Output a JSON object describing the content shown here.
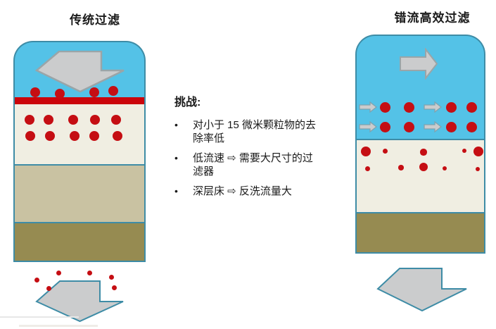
{
  "left_panel": {
    "title": "传统过滤",
    "band_dots": [
      [
        50,
        131,
        7
      ],
      [
        85,
        133,
        7
      ],
      [
        134,
        131,
        7
      ],
      [
        161,
        129,
        7
      ]
    ],
    "bed_dots": [
      [
        42,
        170,
        7
      ],
      [
        69,
        170,
        7
      ],
      [
        104,
        170,
        7
      ],
      [
        135,
        170,
        7
      ],
      [
        165,
        170,
        7
      ],
      [
        43,
        193,
        7
      ],
      [
        71,
        193,
        7
      ],
      [
        106,
        193,
        7
      ],
      [
        134,
        193,
        7
      ],
      [
        167,
        193,
        7
      ]
    ],
    "outlet_dots": [
      [
        52,
        397,
        3.5
      ],
      [
        69,
        409,
        3.5
      ],
      [
        83,
        387,
        3.5
      ],
      [
        127,
        387,
        3.5
      ],
      [
        158,
        393,
        3.5
      ],
      [
        162,
        408,
        3.5
      ]
    ]
  },
  "right_panel": {
    "title": "错流高效过滤",
    "suspended_dots": [
      [
        547,
        152,
        7.5
      ],
      [
        581,
        152,
        7.5
      ],
      [
        641,
        152,
        7.5
      ],
      [
        670,
        152,
        7.5
      ],
      [
        547,
        180,
        7.5
      ],
      [
        581,
        180,
        7.5
      ],
      [
        641,
        180,
        7.5
      ],
      [
        670,
        180,
        7.5
      ]
    ],
    "bed_dots": [
      [
        520,
        215,
        7
      ],
      [
        547,
        214,
        3.5
      ],
      [
        602,
        216,
        4.7
      ],
      [
        660,
        214,
        3
      ],
      [
        680,
        215,
        7
      ],
      [
        522,
        239,
        3.5
      ],
      [
        570,
        238,
        3.7
      ],
      [
        602,
        237,
        6.3
      ],
      [
        632,
        239,
        3.3
      ],
      [
        679,
        240,
        3.3
      ]
    ]
  },
  "challenges": {
    "heading": "挑战:",
    "bullet": "•",
    "items": [
      "对小于 15 微米颗粒物的去除率低",
      "低流速 ⇨ 需要大尺寸的过滤器",
      "深层床 ⇨ 反洗流量大"
    ]
  },
  "colors": {
    "water_blue": "#54C2E7",
    "vessel_teal": "#3E8CA6",
    "particle_red": "#C50E13",
    "band_red": "#CB050B",
    "bed_cream": "#F0EEE2",
    "bed_tan": "#C9C2A2",
    "bed_olive": "#968B51",
    "arrow_fill": "#CBCCCD",
    "arrow_border_gray": "#9AA5A8",
    "arrow_border_teal": "#3E8CA6",
    "small_arrow_border": "#7FA3B0"
  }
}
